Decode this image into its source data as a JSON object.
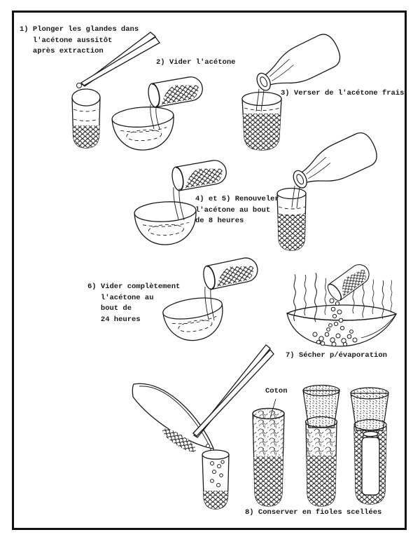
{
  "figure": {
    "steps": [
      {
        "label": "1) Plonger les glandes dans\n   l'acétone aussitôt\n   après extraction"
      },
      {
        "label": "2) Vider l'acétone"
      },
      {
        "label": "3) Verser de l'acétone frais"
      },
      {
        "label": "4) et 5) Renouveler\nl'acétone au bout\nde 8 heures"
      },
      {
        "label": "6) Vider complètement\n   l'acétone au\n   bout de\n   24 heures"
      },
      {
        "label": "7) Sécher p/évaporation"
      },
      {
        "label": "8) Conserver en fioles scellées"
      }
    ],
    "labels": {
      "cotton": "Coton"
    },
    "colors": {
      "ink": "#1a1a1a",
      "paper": "#ffffff"
    }
  }
}
